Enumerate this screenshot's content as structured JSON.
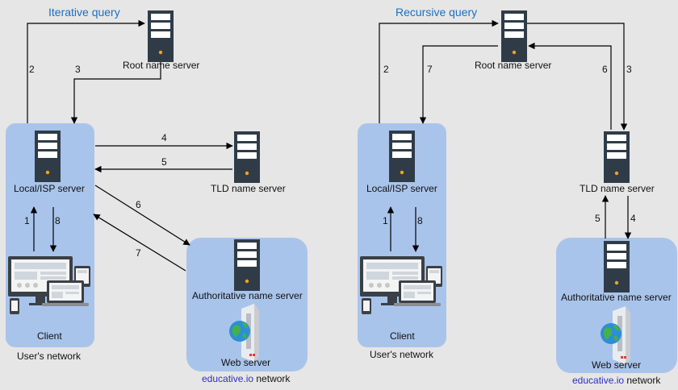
{
  "colors": {
    "background": "#e6e6e6",
    "network_box": "#a9c4eb",
    "server_body": "#2f3c48",
    "title_blue": "#1a6fc4",
    "educative_blue": "#2d2dc9"
  },
  "iterative": {
    "title": "Iterative query",
    "root_server_label": "Root name server",
    "local_server_label": "Local/ISP server",
    "tld_server_label": "TLD name server",
    "auth_server_label": "Authoritative name server",
    "web_server_label": "Web server",
    "client_label": "Client",
    "user_network_label": "User's network",
    "provider_network_brand": "educative.io",
    "provider_network_suffix": " network",
    "steps": [
      "1",
      "2",
      "3",
      "4",
      "5",
      "6",
      "7",
      "8"
    ]
  },
  "recursive": {
    "title": "Recursive query",
    "root_server_label": "Root name server",
    "local_server_label": "Local/ISP server",
    "tld_server_label": "TLD name server",
    "auth_server_label": "Authoritative name server",
    "web_server_label": "Web server",
    "client_label": "Client",
    "user_network_label": "User's network",
    "provider_network_brand": "educative.io",
    "provider_network_suffix": " network",
    "steps": [
      "1",
      "2",
      "3",
      "4",
      "5",
      "6",
      "7",
      "8"
    ]
  },
  "icons": [
    "server-icon",
    "client-devices-icon",
    "web-server-globe-icon"
  ]
}
